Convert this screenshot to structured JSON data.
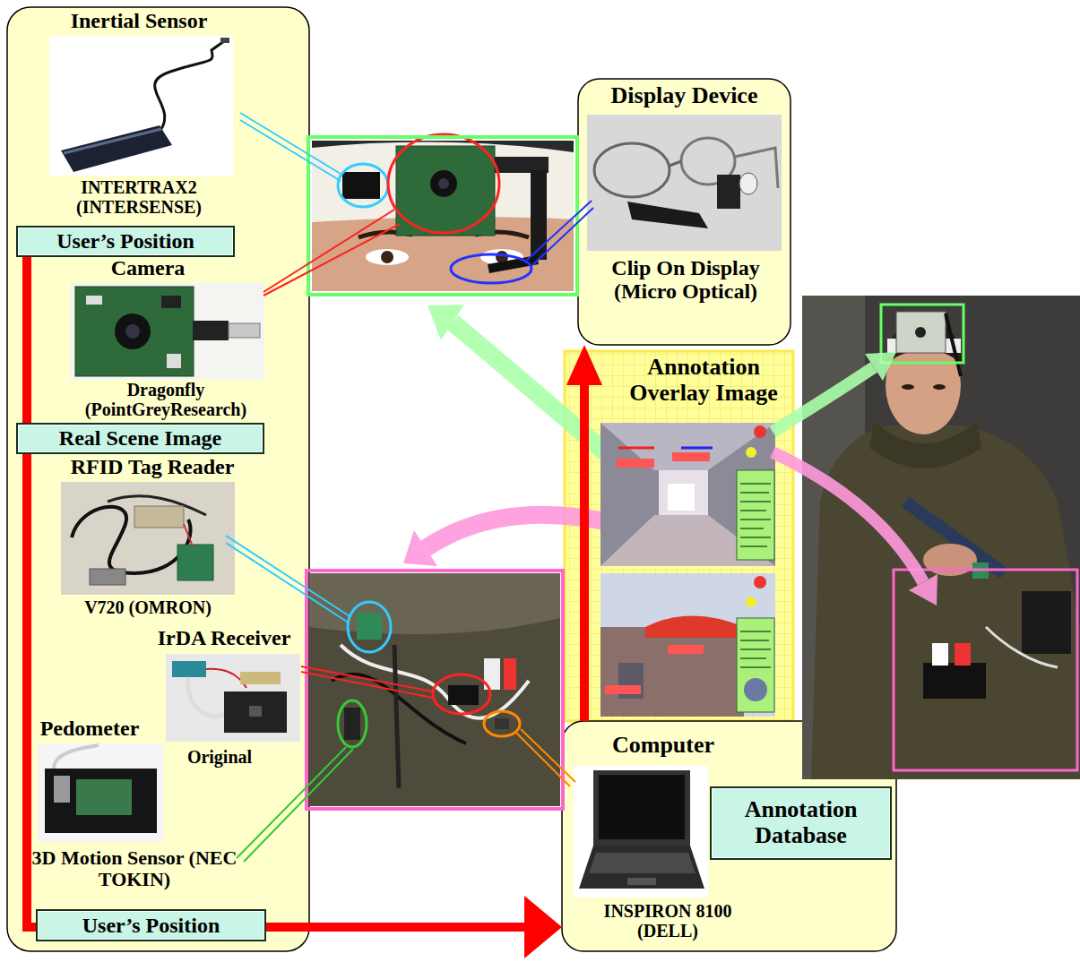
{
  "diagram": {
    "nodes": [
      {
        "text": [
          "Inertial Sensor",
          "INTERTRAX2 (INTERSENSE)",
          "Camera",
          "Dragonfly (PointGreyResearch)",
          "RFID Tag Reader",
          "V720 (OMRON)",
          "IrDA Receiver",
          "Original",
          "Pedometer",
          "3D Motion Sensor (NEC TOKIN)"
        ]
      },
      {
        "text": [
          "User’s Position"
        ],
        "in": 0
      },
      {
        "text": [
          "Real Scene Image"
        ],
        "in": 0
      },
      {
        "text": [
          "User’s Position"
        ],
        "in": 0
      },
      {
        "text": [
          "Display Device",
          "Clip On Display (Micro Optical)"
        ]
      },
      {
        "text": [
          "Annotation Overlay Image"
        ]
      },
      {
        "text": [
          "Computer",
          "INSPIRON 8100 (DELL)"
        ]
      },
      {
        "text": [
          "Annotation Database"
        ],
        "in": 6
      }
    ],
    "edges": [
      {
        "from": 1,
        "to": 6,
        "arrow": "to"
      },
      {
        "from": 6,
        "to": 4,
        "arrow": "to"
      }
    ]
  }
}
